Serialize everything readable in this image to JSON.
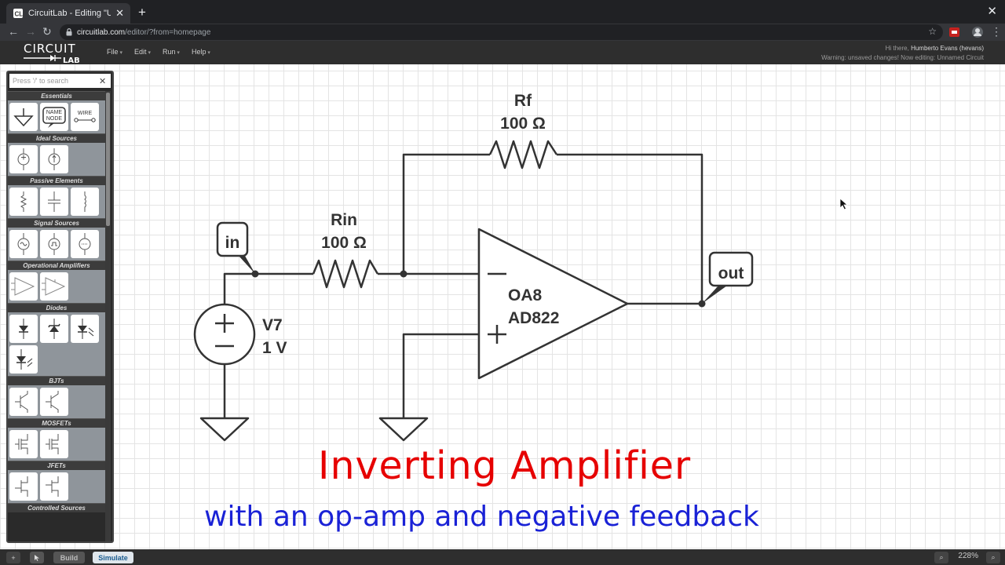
{
  "browser": {
    "tab_title": "CircuitLab - Editing \"Unnamed",
    "url_host": "circuitlab.com",
    "url_path": "/editor/?from=homepage"
  },
  "app": {
    "logo_top": "CIRCUIT",
    "logo_bottom": "LAB",
    "menu": [
      "File",
      "Edit",
      "Run",
      "Help"
    ],
    "greeting": "Hi there, ",
    "user_name": "Humberto Evans (hevans)",
    "status": "Warning: unsaved changes! Now editing: Unnamed Circuit"
  },
  "panel": {
    "search_placeholder": "Press '/' to search",
    "categories": [
      {
        "name": "Essentials",
        "parts": [
          "ground-icon",
          "name-node-icon",
          "wire-icon"
        ]
      },
      {
        "name": "Ideal Sources",
        "parts": [
          "voltage-source-icon",
          "current-source-icon"
        ]
      },
      {
        "name": "Passive Elements",
        "parts": [
          "resistor-icon",
          "capacitor-icon",
          "inductor-icon"
        ]
      },
      {
        "name": "Signal Sources",
        "parts": [
          "ac-source-icon",
          "pulse-source-icon",
          "custom-source-icon"
        ]
      },
      {
        "name": "Operational Amplifiers",
        "parts": [
          "opamp-icon",
          "opamp-alt-icon"
        ]
      },
      {
        "name": "Diodes",
        "parts": [
          "diode-icon",
          "zener-icon",
          "led-icon",
          "photodiode-icon"
        ]
      },
      {
        "name": "BJTs",
        "parts": [
          "npn-icon",
          "pnp-icon"
        ]
      },
      {
        "name": "MOSFETs",
        "parts": [
          "nmos-icon",
          "pmos-icon"
        ]
      },
      {
        "name": "JFETs",
        "parts": [
          "njfet-icon",
          "pjfet-icon"
        ]
      },
      {
        "name": "Controlled Sources",
        "parts": []
      }
    ],
    "name_node_text": [
      "NAME",
      "NODE"
    ],
    "wire_text": "WIRE"
  },
  "schematic": {
    "rf_name": "Rf",
    "rf_value": "100 Ω",
    "rin_name": "Rin",
    "rin_value": "100 Ω",
    "source_name": "V7",
    "source_value": "1 V",
    "opamp_name": "OA8",
    "opamp_model": "AD822",
    "node_in": "in",
    "node_out": "out"
  },
  "titles": {
    "main": "Inverting Amplifier",
    "sub": "with an op-amp and negative feedback"
  },
  "bottom": {
    "build": "Build",
    "simulate": "Simulate",
    "zoom": "228%"
  },
  "colors": {
    "title_main": "#e60000",
    "title_sub": "#1a22d6",
    "wire": "#333333"
  }
}
